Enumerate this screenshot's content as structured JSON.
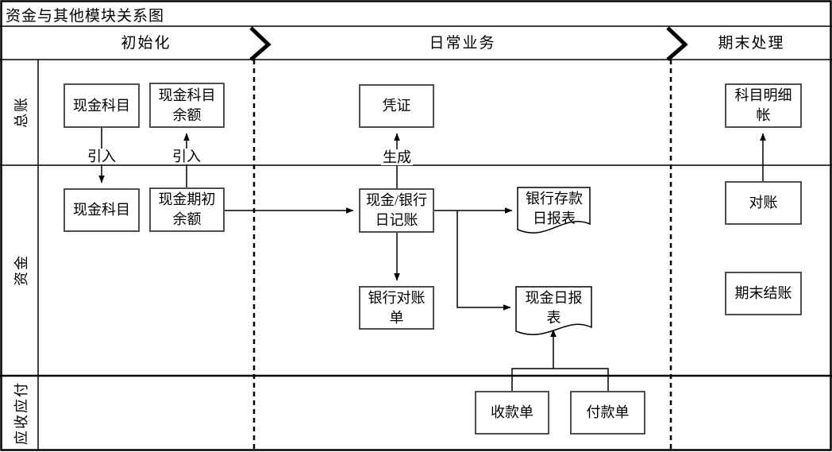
{
  "title": "资金与其他模块关系图",
  "phases": [
    {
      "label": "初始化"
    },
    {
      "label": "日常业务"
    },
    {
      "label": "期末处理"
    }
  ],
  "lanes": [
    {
      "label": "总账"
    },
    {
      "label": "资金"
    },
    {
      "label": "应收应付"
    }
  ],
  "nodes": {
    "gl_cash_subject": {
      "label": "现金科目",
      "shape": "rect",
      "lane": "总账",
      "phase": "初始化"
    },
    "gl_cash_subject_balance": {
      "label": "现金科目\n余额",
      "shape": "rect",
      "lane": "总账",
      "phase": "初始化"
    },
    "voucher": {
      "label": "凭证",
      "shape": "rect",
      "lane": "总账",
      "phase": "日常业务"
    },
    "subject_detail_ledger": {
      "label": "科目明细\n帐",
      "shape": "rect",
      "lane": "总账",
      "phase": "期末处理"
    },
    "fund_cash_subject": {
      "label": "现金科目",
      "shape": "rect",
      "lane": "资金",
      "phase": "初始化"
    },
    "cash_opening_balance": {
      "label": "现金期初\n余额",
      "shape": "rect",
      "lane": "资金",
      "phase": "初始化"
    },
    "cash_bank_journal": {
      "label": "现金/银行\n日记账",
      "shape": "rect",
      "lane": "资金",
      "phase": "日常业务"
    },
    "bank_deposit_daily_report": {
      "label": "银行存款\n日报表",
      "shape": "document",
      "lane": "资金",
      "phase": "日常业务"
    },
    "bank_statement": {
      "label": "银行对账\n单",
      "shape": "rect",
      "lane": "资金",
      "phase": "日常业务"
    },
    "cash_daily_report": {
      "label": "现金日报\n表",
      "shape": "document",
      "lane": "资金",
      "phase": "日常业务"
    },
    "reconciliation": {
      "label": "对账",
      "shape": "rect",
      "lane": "资金",
      "phase": "期末处理"
    },
    "period_end_closing": {
      "label": "期末结账",
      "shape": "rect",
      "lane": "资金",
      "phase": "期末处理"
    },
    "receipt_note": {
      "label": "收款单",
      "shape": "rect",
      "lane": "应收应付",
      "phase": "日常业务"
    },
    "payment_note": {
      "label": "付款单",
      "shape": "rect",
      "lane": "应收应付",
      "phase": "日常业务"
    }
  },
  "edges": [
    {
      "from": "gl_cash_subject",
      "to": "fund_cash_subject",
      "label": "引入"
    },
    {
      "from": "cash_opening_balance",
      "to": "gl_cash_subject_balance",
      "label": "引入"
    },
    {
      "from": "cash_bank_journal",
      "to": "voucher",
      "label": "生成"
    },
    {
      "from": "cash_opening_balance",
      "to": "cash_bank_journal",
      "label": ""
    },
    {
      "from": "cash_bank_journal",
      "to": "bank_deposit_daily_report",
      "label": ""
    },
    {
      "from": "cash_bank_journal",
      "to": "cash_daily_report",
      "label": ""
    },
    {
      "from": "cash_bank_journal",
      "to": "bank_statement",
      "label": ""
    },
    {
      "from": "reconciliation",
      "to": "subject_detail_ledger",
      "label": ""
    },
    {
      "from": "receipt_note",
      "to": "cash_daily_report",
      "label": ""
    },
    {
      "from": "payment_note",
      "to": "cash_daily_report",
      "label": ""
    }
  ],
  "colors": {
    "background": "#ffffff",
    "line": "#000000",
    "box_border": "#4f4f4f"
  }
}
